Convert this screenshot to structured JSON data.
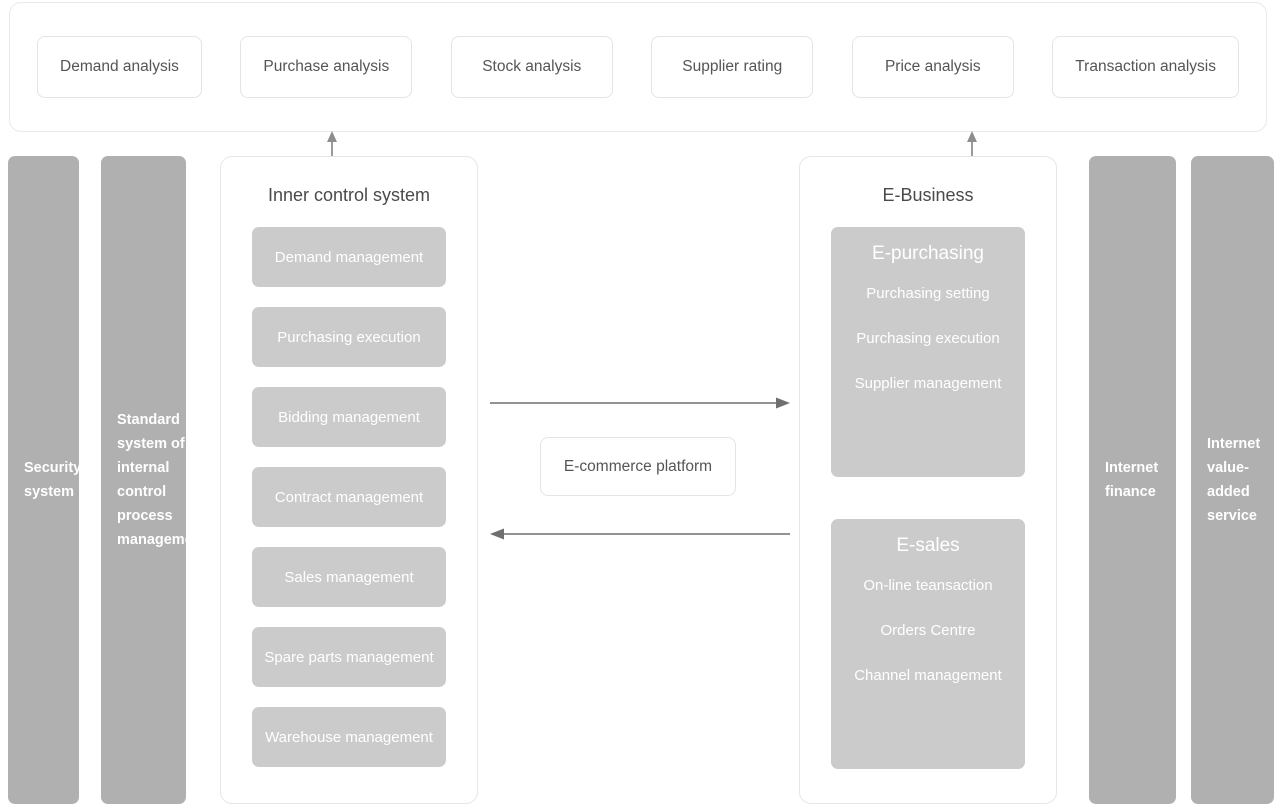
{
  "top_bar": {
    "cards": [
      {
        "label": "Demand analysis"
      },
      {
        "label": "Purchase analysis"
      },
      {
        "label": "Stock analysis"
      },
      {
        "label": "Supplier rating"
      },
      {
        "label": "Price analysis"
      },
      {
        "label": "Transaction analysis"
      }
    ]
  },
  "side_columns": {
    "left": [
      {
        "label": "Security system"
      },
      {
        "label": "Standard system of internal control process management"
      }
    ],
    "right": [
      {
        "label": "Internet finance"
      },
      {
        "label": "Internet value-added service"
      }
    ]
  },
  "inner_control_panel": {
    "title": "Inner control system",
    "modules": [
      {
        "label": "Demand management"
      },
      {
        "label": "Purchasing execution"
      },
      {
        "label": "Bidding management"
      },
      {
        "label": "Contract management"
      },
      {
        "label": "Sales management"
      },
      {
        "label": "Spare parts management"
      },
      {
        "label": "Warehouse management"
      }
    ]
  },
  "ebusiness_panel": {
    "title": "E-Business",
    "groups": [
      {
        "title": "E-purchasing",
        "items": [
          {
            "label": "Purchasing setting"
          },
          {
            "label": "Purchasing execution"
          },
          {
            "label": "Supplier management"
          }
        ]
      },
      {
        "title": "E-sales",
        "items": [
          {
            "label": "On-line teansaction"
          },
          {
            "label": "Orders Centre"
          },
          {
            "label": "Channel management"
          }
        ]
      }
    ]
  },
  "center": {
    "platform_label": "E-commerce platform"
  },
  "colors": {
    "side_column_gray": "#b0b0b0",
    "module_gray": "#cbcbcb",
    "card_border": "#e4e4e4",
    "panel_border": "#e6e6e6",
    "arrow_gray": "#6f6f6f",
    "text_dark": "#555555",
    "text_white": "#ffffff",
    "background": "#ffffff"
  }
}
